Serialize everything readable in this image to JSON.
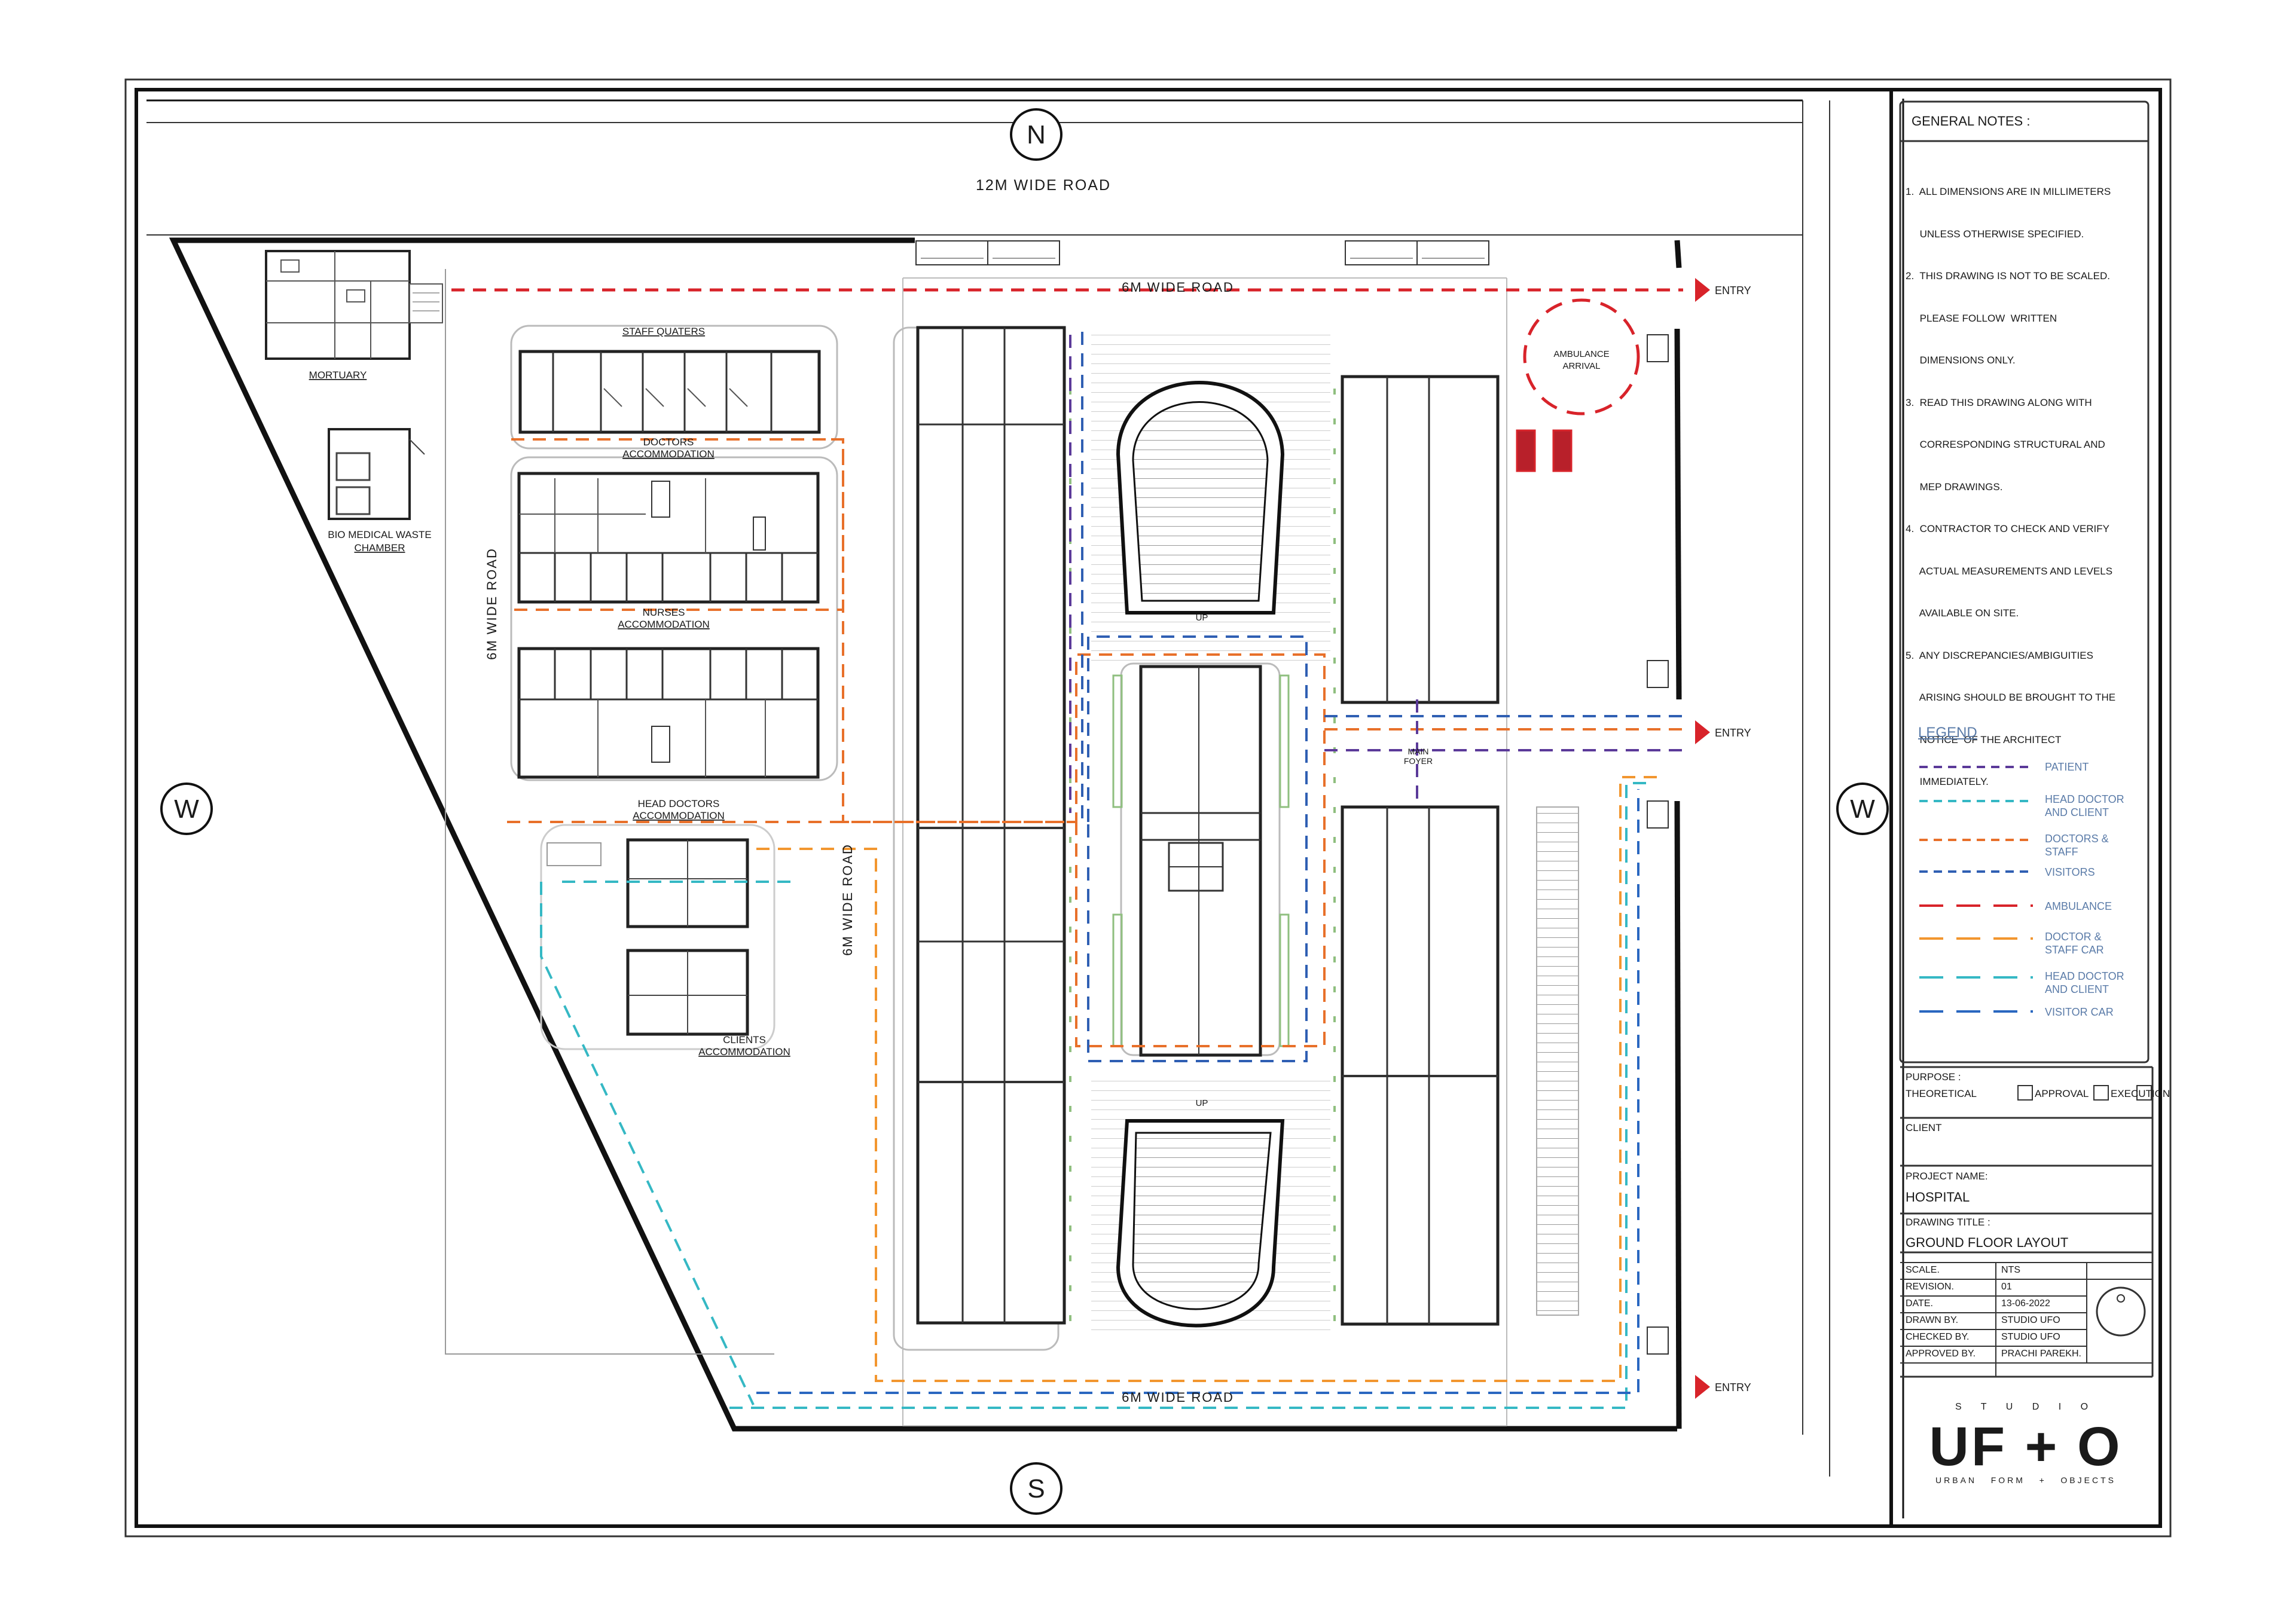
{
  "compass": {
    "north": "N",
    "south": "S",
    "west": "W",
    "east": "W"
  },
  "roads": {
    "top": "12M WIDE ROAD",
    "inner_top": "6M WIDE ROAD",
    "inner_bottom": "6M WIDE ROAD",
    "left": "6M WIDE ROAD",
    "middle": "6M WIDE ROAD"
  },
  "buildings": {
    "mortuary": "MORTUARY",
    "bio_waste": [
      "BIO MEDICAL WASTE",
      "CHAMBER"
    ],
    "staff_quarters": "STAFF QUATERS",
    "doctors_accommodation": [
      "DOCTORS",
      "ACCOMMODATION"
    ],
    "nurses_accommodation": [
      "NURSES",
      "ACCOMMODATION"
    ],
    "head_doctors_accommodation": [
      "HEAD DOCTORS",
      "ACCOMMODATION"
    ],
    "clients_accommodation": [
      "CLIENTS",
      "ACCOMMODATION"
    ],
    "ambulance_arrival": [
      "AMBULANCE",
      "ARRIVAL"
    ],
    "main_foyer": [
      "MAIN",
      "FOYER"
    ],
    "ramp_up_top": "UP",
    "ramp_up_bottom": "UP"
  },
  "entries": [
    "ENTRY",
    "ENTRY",
    "ENTRY"
  ],
  "general_notes": {
    "title": "GENERAL NOTES :",
    "lines": [
      "1.  ALL DIMENSIONS ARE IN MILLIMETERS",
      "     UNLESS OTHERWISE SPECIFIED.",
      "2.  THIS DRAWING IS NOT TO BE SCALED.",
      "     PLEASE FOLLOW  WRITTEN",
      "     DIMENSIONS ONLY.",
      "3.  READ THIS DRAWING ALONG WITH",
      "     CORRESPONDING STRUCTURAL AND",
      "     MEP DRAWINGS.",
      "4.  CONTRACTOR TO CHECK AND VERIFY",
      "     ACTUAL MEASUREMENTS AND LEVELS",
      "     AVAILABLE ON SITE.",
      "5.  ANY DISCREPANCIES/AMBIGUITIES",
      "     ARISING SHOULD BE BROUGHT TO THE",
      "     NOTICE  OF THE ARCHITECT",
      "     IMMEDIATELY."
    ]
  },
  "legend": {
    "title": "LEGEND",
    "items": [
      {
        "label": [
          "PATIENT"
        ],
        "color": "#5b3a99",
        "style": "short"
      },
      {
        "label": [
          "HEAD DOCTOR",
          "AND CLIENT"
        ],
        "color": "#35b8c4",
        "style": "short"
      },
      {
        "label": [
          "DOCTORS &",
          "STAFF"
        ],
        "color": "#e8702a",
        "style": "short"
      },
      {
        "label": [
          "VISITORS"
        ],
        "color": "#2f5fb3",
        "style": "short"
      },
      {
        "label": [
          "AMBULANCE"
        ],
        "color": "#d8232a",
        "style": "long"
      },
      {
        "label": [
          "DOCTOR &",
          "STAFF CAR"
        ],
        "color": "#f2962f",
        "style": "long"
      },
      {
        "label": [
          "HEAD DOCTOR",
          "AND CLIENT"
        ],
        "color": "#35b8c4",
        "style": "long"
      },
      {
        "label": [
          "VISITOR CAR"
        ],
        "color": "#2a67c0",
        "style": "long"
      }
    ]
  },
  "title_block": {
    "purpose_label": "PURPOSE :",
    "purpose_options": [
      "THEORETICAL",
      "APPROVAL",
      "EXECUTION"
    ],
    "client_label": "CLIENT",
    "project_name_label": "PROJECT NAME:",
    "project_name": "HOSPITAL",
    "drawing_title_label": "DRAWING TITLE :",
    "drawing_title": "GROUND FLOOR LAYOUT",
    "rows": [
      {
        "label": "SCALE.",
        "value": "NTS"
      },
      {
        "label": "REVISION.",
        "value": "01"
      },
      {
        "label": "DATE.",
        "value": "13-06-2022"
      },
      {
        "label": "DRAWN BY.",
        "value": "STUDIO UFO"
      },
      {
        "label": "CHECKED BY.",
        "value": "STUDIO UFO"
      },
      {
        "label": "APPROVED BY.",
        "value": "PRACHI PAREKH."
      }
    ]
  },
  "studio": {
    "top": "S T U D I O",
    "logo": "UF + O",
    "tagline": "URBAN   FORM   +   OBJECTS"
  },
  "colors": {
    "patient": "#5b3a99",
    "head_doctor": "#35b8c4",
    "staff": "#e8702a",
    "visitor": "#2f5fb3",
    "ambulance": "#d8232a",
    "staff_car": "#f2962f",
    "visitor_car": "#2a67c0",
    "landscape": "#8fbf7f",
    "line": "#1a1a1a"
  }
}
